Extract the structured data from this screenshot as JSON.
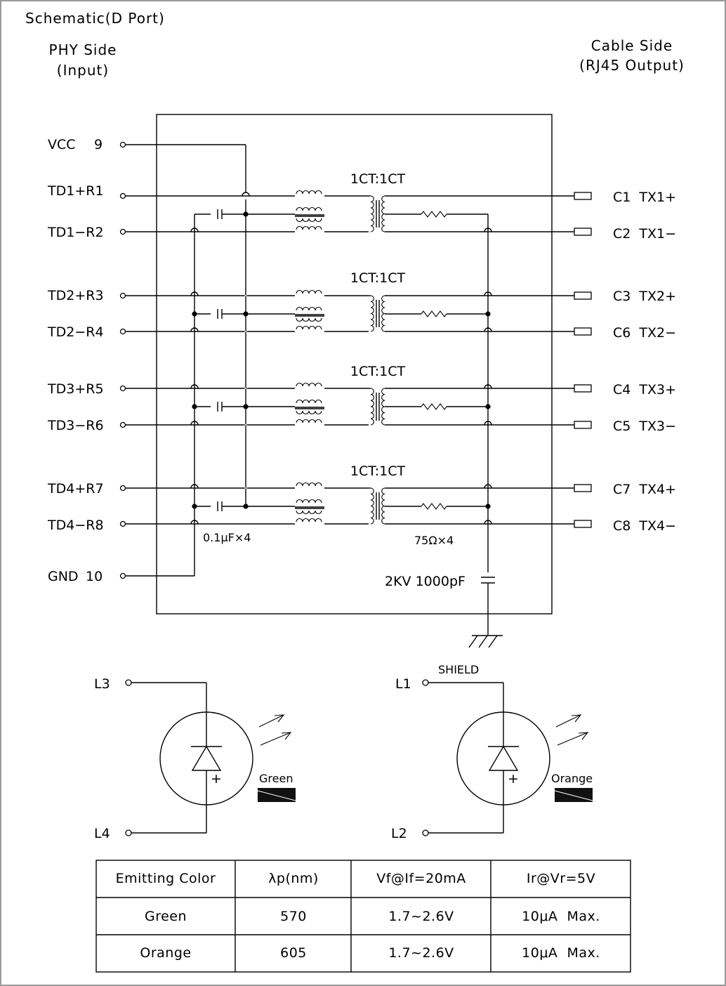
{
  "title": "Schematic(D Port)",
  "phy_side": {
    "line1": "PHY Side",
    "line2": "(Input)"
  },
  "cable_side": {
    "line1": "Cable Side",
    "line2": "(RJ45 Output)"
  },
  "left_pins": [
    {
      "label": "VCC",
      "num": "9"
    },
    {
      "label": "TD1+R1"
    },
    {
      "label": "TD1−R2"
    },
    {
      "label": "TD2+R3"
    },
    {
      "label": "TD2−R4"
    },
    {
      "label": "TD3+R5"
    },
    {
      "label": "TD3−R6"
    },
    {
      "label": "TD4+R7"
    },
    {
      "label": "TD4−R8"
    },
    {
      "label": "GND",
      "num": "10"
    }
  ],
  "right_pins": [
    {
      "label": "C1  TX1+"
    },
    {
      "label": "C2  TX1−"
    },
    {
      "label": "C3  TX2+"
    },
    {
      "label": "C6  TX2−"
    },
    {
      "label": "C4  TX3+"
    },
    {
      "label": "C5  TX3−"
    },
    {
      "label": "C7  TX4+"
    },
    {
      "label": "C8  TX4−"
    }
  ],
  "transformer_ratio": [
    "1CT:1CT",
    "1CT:1CT",
    "1CT:1CT",
    "1CT:1CT"
  ],
  "cap_label": "0.1μF×4",
  "res_label": "75Ω×4",
  "hv_cap_label": "2KV 1000pF",
  "shield_label": "SHIELD",
  "leds": [
    {
      "top_pin": "L3",
      "bottom_pin": "L4",
      "color_name": "Green",
      "polarity": "+"
    },
    {
      "top_pin": "L1",
      "bottom_pin": "L2",
      "color_name": "Orange",
      "polarity": "+"
    }
  ],
  "table": {
    "headers": [
      "Emitting Color",
      "λp(nm)",
      "Vf@If=20mA",
      "Ir@Vr=5V"
    ],
    "rows": [
      [
        "Green",
        "570",
        "1.7~2.6V",
        "10μA  Max."
      ],
      [
        "Orange",
        "605",
        "1.7~2.6V",
        "10μA  Max."
      ]
    ]
  },
  "icons": [
    "ground-icon",
    "led-diode-icon",
    "light-emission-arrow-icon",
    "capacitor-icon",
    "resistor-icon",
    "transformer-icon"
  ]
}
